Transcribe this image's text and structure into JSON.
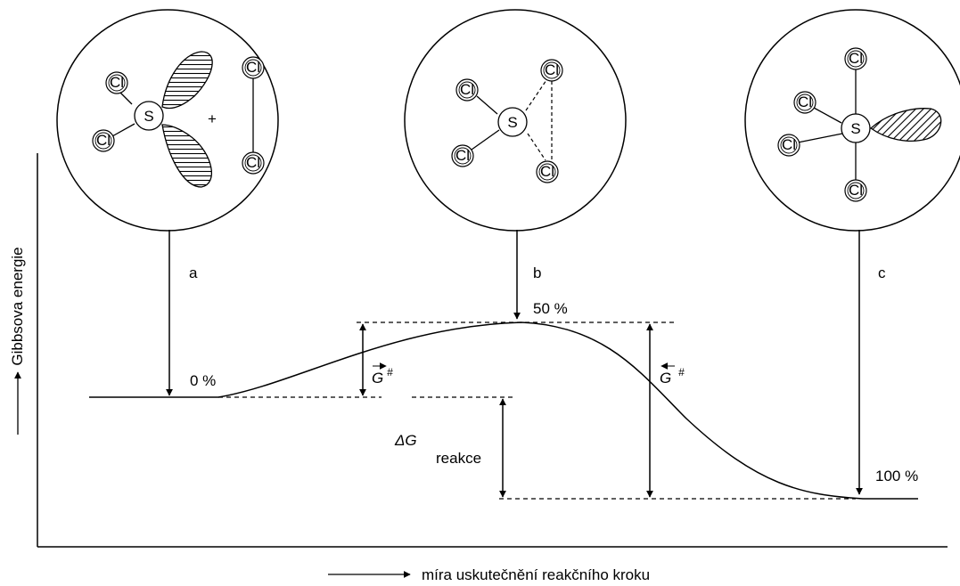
{
  "axes": {
    "y_label": "Gibbsova energie",
    "x_label": "míra uskutečnění reakčního kroku"
  },
  "stages": {
    "a": {
      "letter": "a",
      "progress": "0 %"
    },
    "b": {
      "letter": "b",
      "progress": "50 %"
    },
    "c": {
      "letter": "c",
      "progress": "100 %"
    }
  },
  "molecules": {
    "a": {
      "center": "S",
      "ligand": "Cl",
      "plus": "+",
      "cl2_atom": "Cl"
    },
    "b": {
      "center": "S",
      "ligand": "Cl"
    },
    "c": {
      "center": "S",
      "ligand": "Cl"
    }
  },
  "energies": {
    "forward_barrier": {
      "symbol": "G",
      "superscript": "#"
    },
    "reverse_barrier": {
      "symbol": "G",
      "superscript": "#"
    },
    "reaction_delta": {
      "delta": "ΔG",
      "subscript": "reakce"
    }
  },
  "colors": {
    "stroke": "#000000",
    "background": "#ffffff"
  }
}
